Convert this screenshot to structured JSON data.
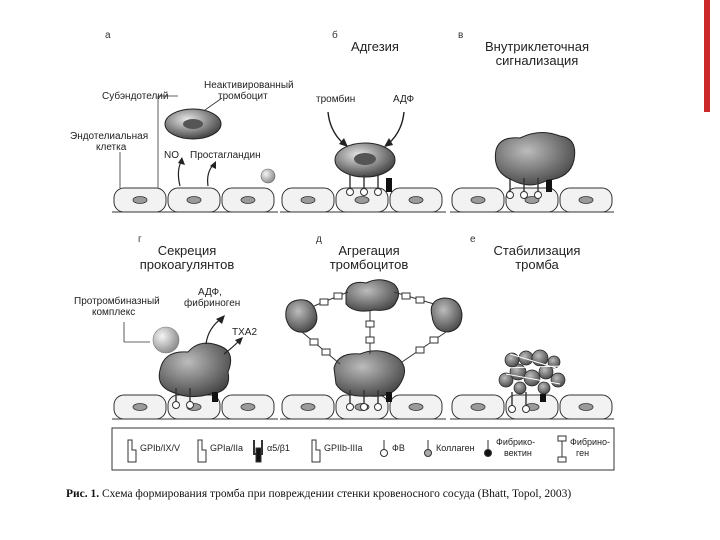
{
  "panels": {
    "a": {
      "letter": "а",
      "title": ""
    },
    "b": {
      "letter": "б",
      "title": "Адгезия"
    },
    "c": {
      "letter": "в",
      "title_line1": "Внутриклеточная",
      "title_line2": "сигнализация"
    },
    "d": {
      "letter": "г",
      "title_line1": "Секреция",
      "title_line2": "прокоагулянтов"
    },
    "e": {
      "letter": "д",
      "title_line1": "Агрегация",
      "title_line2": "тромбоцитов"
    },
    "f": {
      "letter": "е",
      "title_line1": "Стабилизация",
      "title_line2": "тромба"
    }
  },
  "labels": {
    "subendothelium": "Субэндотелий",
    "inactive_line1": "Неактивированный",
    "inactive_line2": "тромбоцит",
    "endothelial_line1": "Эндотелиальная",
    "endothelial_line2": "клетка",
    "no": "NO",
    "prostaglandin": "Простагландин",
    "thrombin": "тромбин",
    "adp": "АДФ",
    "prothrombinase_line1": "Протромбиназный",
    "prothrombinase_line2": "комплекс",
    "adp_fibrinogen_line1": "АДФ,",
    "adp_fibrinogen_line2": "фибриноген",
    "txa2": "ТХА2"
  },
  "legend": {
    "gp1b": "GPIb/IX/V",
    "gp1a": "GPIa/IIa",
    "a5b1": "α5/β1",
    "gp2b": "GPIIb-IIIa",
    "fv": "ФВ",
    "collagen": "Коллаген",
    "fibronectin_line1": "Фибрико-",
    "fibronectin_line2": "вектин",
    "fibrinogen_line1": "Фибрино-",
    "fibrinogen_line2": "ген"
  },
  "caption": {
    "bold": "Рис. 1.",
    "text": " Схема формирования тромба при повреждении стенки кровеносного сосуда (Bhatt, Topol, 2003)"
  },
  "colors": {
    "accent_bar": "#cc2a2a",
    "platelet": "#8a8a8a",
    "cell_fill": "#f2f2f2"
  }
}
